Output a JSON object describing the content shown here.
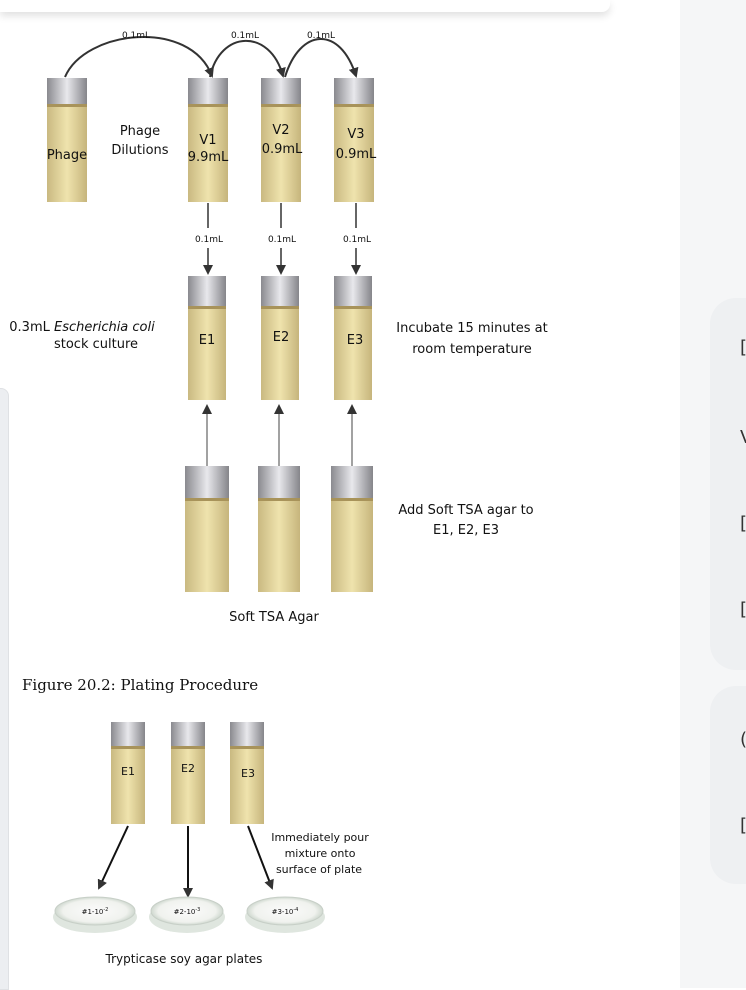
{
  "figure_top": {
    "transfer_labels": [
      "0.1mL",
      "0.1mL",
      "0.1mL"
    ],
    "phage_tube_label": "Phage",
    "phage_dilutions_label": [
      "Phage",
      "Dilutions"
    ],
    "dilution_tubes": [
      {
        "name": "V1",
        "volume": "9.9mL"
      },
      {
        "name": "V2",
        "volume": "0.9mL"
      },
      {
        "name": "V3",
        "volume": "0.9mL"
      }
    ],
    "down_labels": [
      "0.1mL",
      "0.1mL",
      "0.1mL"
    ],
    "ecoli_label_prefix": "0.3mL ",
    "ecoli_label_species": "Escherichia coli",
    "ecoli_label_line2": "stock culture",
    "e_tubes": [
      "E1",
      "E2",
      "E3"
    ],
    "incubate_label": [
      "Incubate 15 minutes at",
      "room temperature"
    ],
    "add_agar_label": [
      "Add Soft TSA agar to",
      "E1, E2, E3"
    ],
    "soft_agar_label": "Soft TSA Agar"
  },
  "figure_caption": "Figure 20.2: Plating Procedure",
  "figure_bottom": {
    "e_tubes": [
      "E1",
      "E2",
      "E3"
    ],
    "pour_label": [
      "Immediately pour",
      "mixture onto",
      "surface of plate"
    ],
    "plates": [
      {
        "base": "#1-10",
        "exp": "-2"
      },
      {
        "base": "#2-10",
        "exp": "-3"
      },
      {
        "base": "#3-10",
        "exp": "-4"
      }
    ],
    "plates_label": "Trypticase soy agar plates"
  },
  "side_icons": [
    "bracket-icon",
    "check-icon",
    "bracket-icon",
    "bracket-icon",
    "circle-icon",
    "bracket-icon"
  ]
}
